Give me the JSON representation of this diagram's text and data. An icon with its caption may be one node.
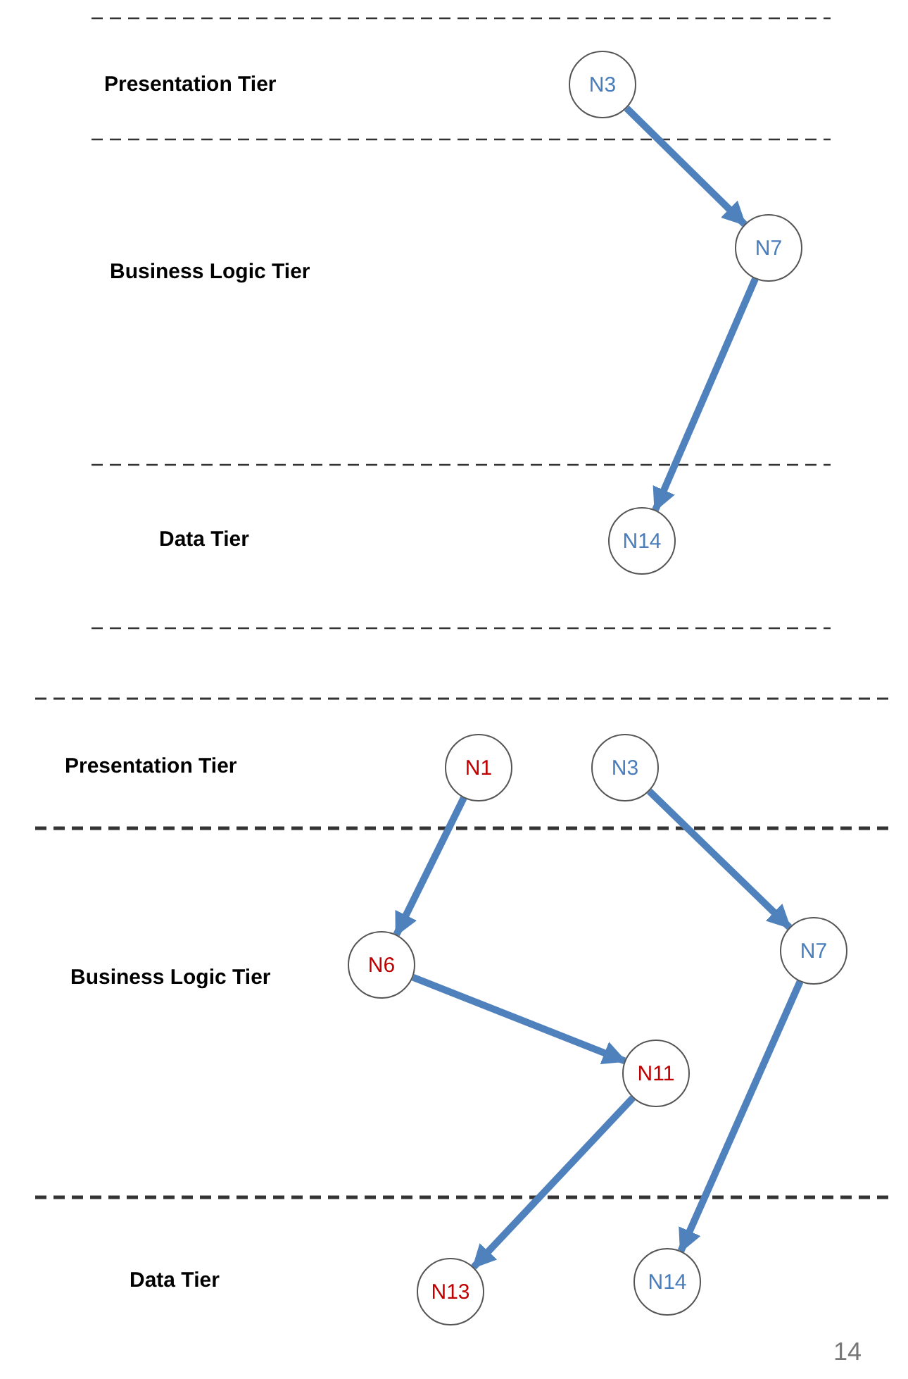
{
  "diagram": {
    "nodes": [
      {
        "text": [
          "N3"
        ]
      },
      {
        "text": [
          "N7"
        ]
      },
      {
        "text": [
          "N14"
        ]
      },
      {
        "text": [
          "N1"
        ]
      },
      {
        "text": [
          "N3"
        ]
      },
      {
        "text": [
          "N6"
        ]
      },
      {
        "text": [
          "N7"
        ]
      },
      {
        "text": [
          "N11"
        ]
      },
      {
        "text": [
          "N13"
        ]
      },
      {
        "text": [
          "N14"
        ]
      }
    ],
    "edges": [
      {
        "from": 0,
        "to": 1,
        "arrow": "to"
      },
      {
        "from": 1,
        "to": 2,
        "arrow": "to"
      },
      {
        "from": 3,
        "to": 5,
        "arrow": "to"
      },
      {
        "from": 5,
        "to": 7,
        "arrow": "to"
      },
      {
        "from": 7,
        "to": 8,
        "arrow": "to"
      },
      {
        "from": 4,
        "to": 6,
        "arrow": "to"
      },
      {
        "from": 6,
        "to": 9,
        "arrow": "to"
      }
    ],
    "labels": [
      "Presentation Tier",
      "Business Logic Tier",
      "Data Tier",
      "Presentation Tier",
      "Business Logic Tier",
      "Data Tier",
      "14"
    ]
  }
}
